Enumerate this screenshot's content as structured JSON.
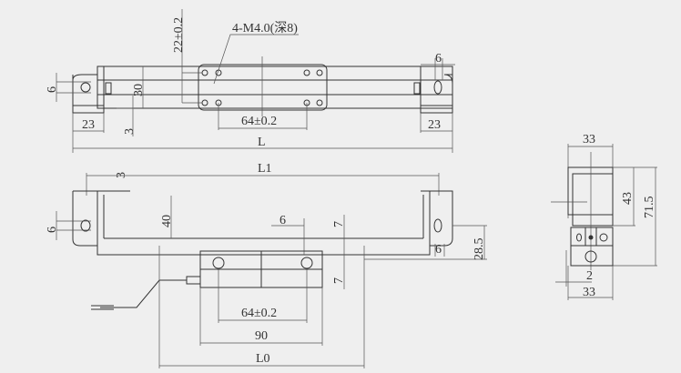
{
  "top_view": {
    "tol_22": "22±0.2",
    "thread": "4-M4.0(深8)",
    "left_6": "6",
    "height_30": "30",
    "dim_3": "3",
    "pitch_64": "64±0.2",
    "left_23": "23",
    "right_23": "23",
    "length_L": "L",
    "right_6": "6"
  },
  "front_view": {
    "length_L1": "L1",
    "dim_3": "3",
    "height_40": "40",
    "left_6": "6",
    "dim_6": "6",
    "dim_7_top": "7",
    "dim_7_bottom": "7",
    "right_6": "6",
    "dim_28_5": "28.5",
    "pitch_64": "64±0.2",
    "width_90": "90",
    "length_L0": "L0"
  },
  "side_view": {
    "top_33": "33",
    "height_43": "43",
    "height_71_5": "71.5",
    "dim_2": "2",
    "bottom_33": "33"
  }
}
